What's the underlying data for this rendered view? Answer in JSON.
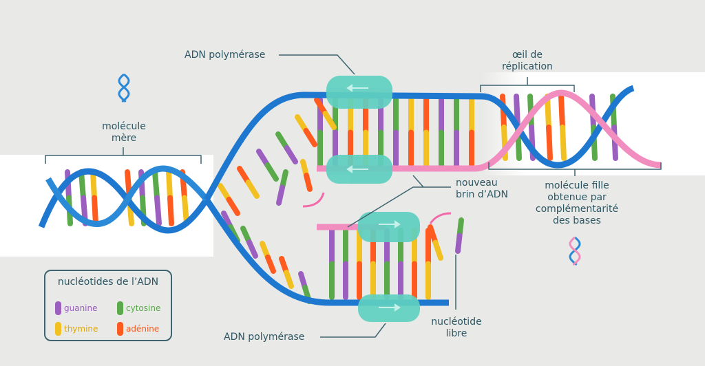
{
  "labels": {
    "adn_polymerase_top": "ADN polymérase",
    "adn_polymerase_bottom": "ADN polymérase",
    "oeil_replication_1": "œil de",
    "oeil_replication_2": "réplication",
    "molecule_mere_1": "molécule",
    "molecule_mere_2": "mère",
    "nouveau_brin_1": "nouveau",
    "nouveau_brin_2": "brin d’ADN",
    "molecule_fille_1": "molécule fille",
    "molecule_fille_2": "obtenue par",
    "molecule_fille_3": "complémentarité",
    "molecule_fille_4": "des bases",
    "nucleotide_libre_1": "nucléotide",
    "nucleotide_libre_2": "libre"
  },
  "legend": {
    "title": "nucléotides de l’ADN",
    "items": [
      {
        "label": "guanine",
        "color": "#9b5fc0"
      },
      {
        "label": "cytosine",
        "color": "#5aa94a"
      },
      {
        "label": "thymine",
        "color": "#f2c020"
      },
      {
        "label": "adénine",
        "color": "#ff5a1f"
      }
    ]
  },
  "colors": {
    "parent_strand": "#1f78cf",
    "new_strand": "#f28dbf",
    "polymerase": "#5fd0c0",
    "text": "#2d5763"
  }
}
